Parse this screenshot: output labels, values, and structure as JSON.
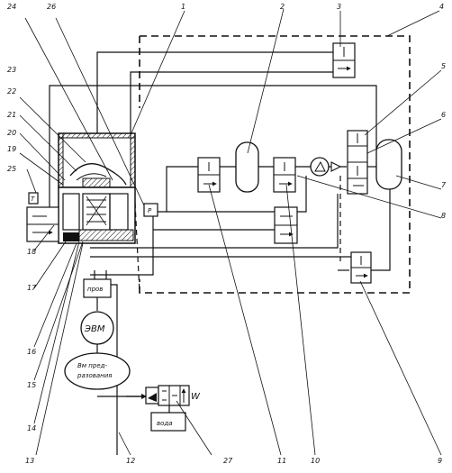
{
  "callouts": {
    "c1": "1",
    "c2": "2",
    "c3": "3",
    "c4": "4",
    "c5": "5",
    "c6": "6",
    "c7": "7",
    "c8": "8",
    "c9": "9",
    "c10": "10",
    "c11": "11",
    "c12": "12",
    "c13": "13",
    "c14": "14",
    "c15": "15",
    "c16": "16",
    "c17": "17",
    "c18": "18",
    "c19": "19",
    "c20": "20",
    "c21": "21",
    "c22": "22",
    "c23": "23",
    "c24": "24",
    "c25": "25",
    "c26": "26",
    "c27": "27"
  },
  "labels": {
    "sensor_box": "пров",
    "computer": "ЭВМ",
    "converter_line1": "Вм пред-",
    "converter_line2": "разования",
    "water_box": "вода",
    "w_letter": "W",
    "small_p": "P",
    "small_t": "T"
  }
}
